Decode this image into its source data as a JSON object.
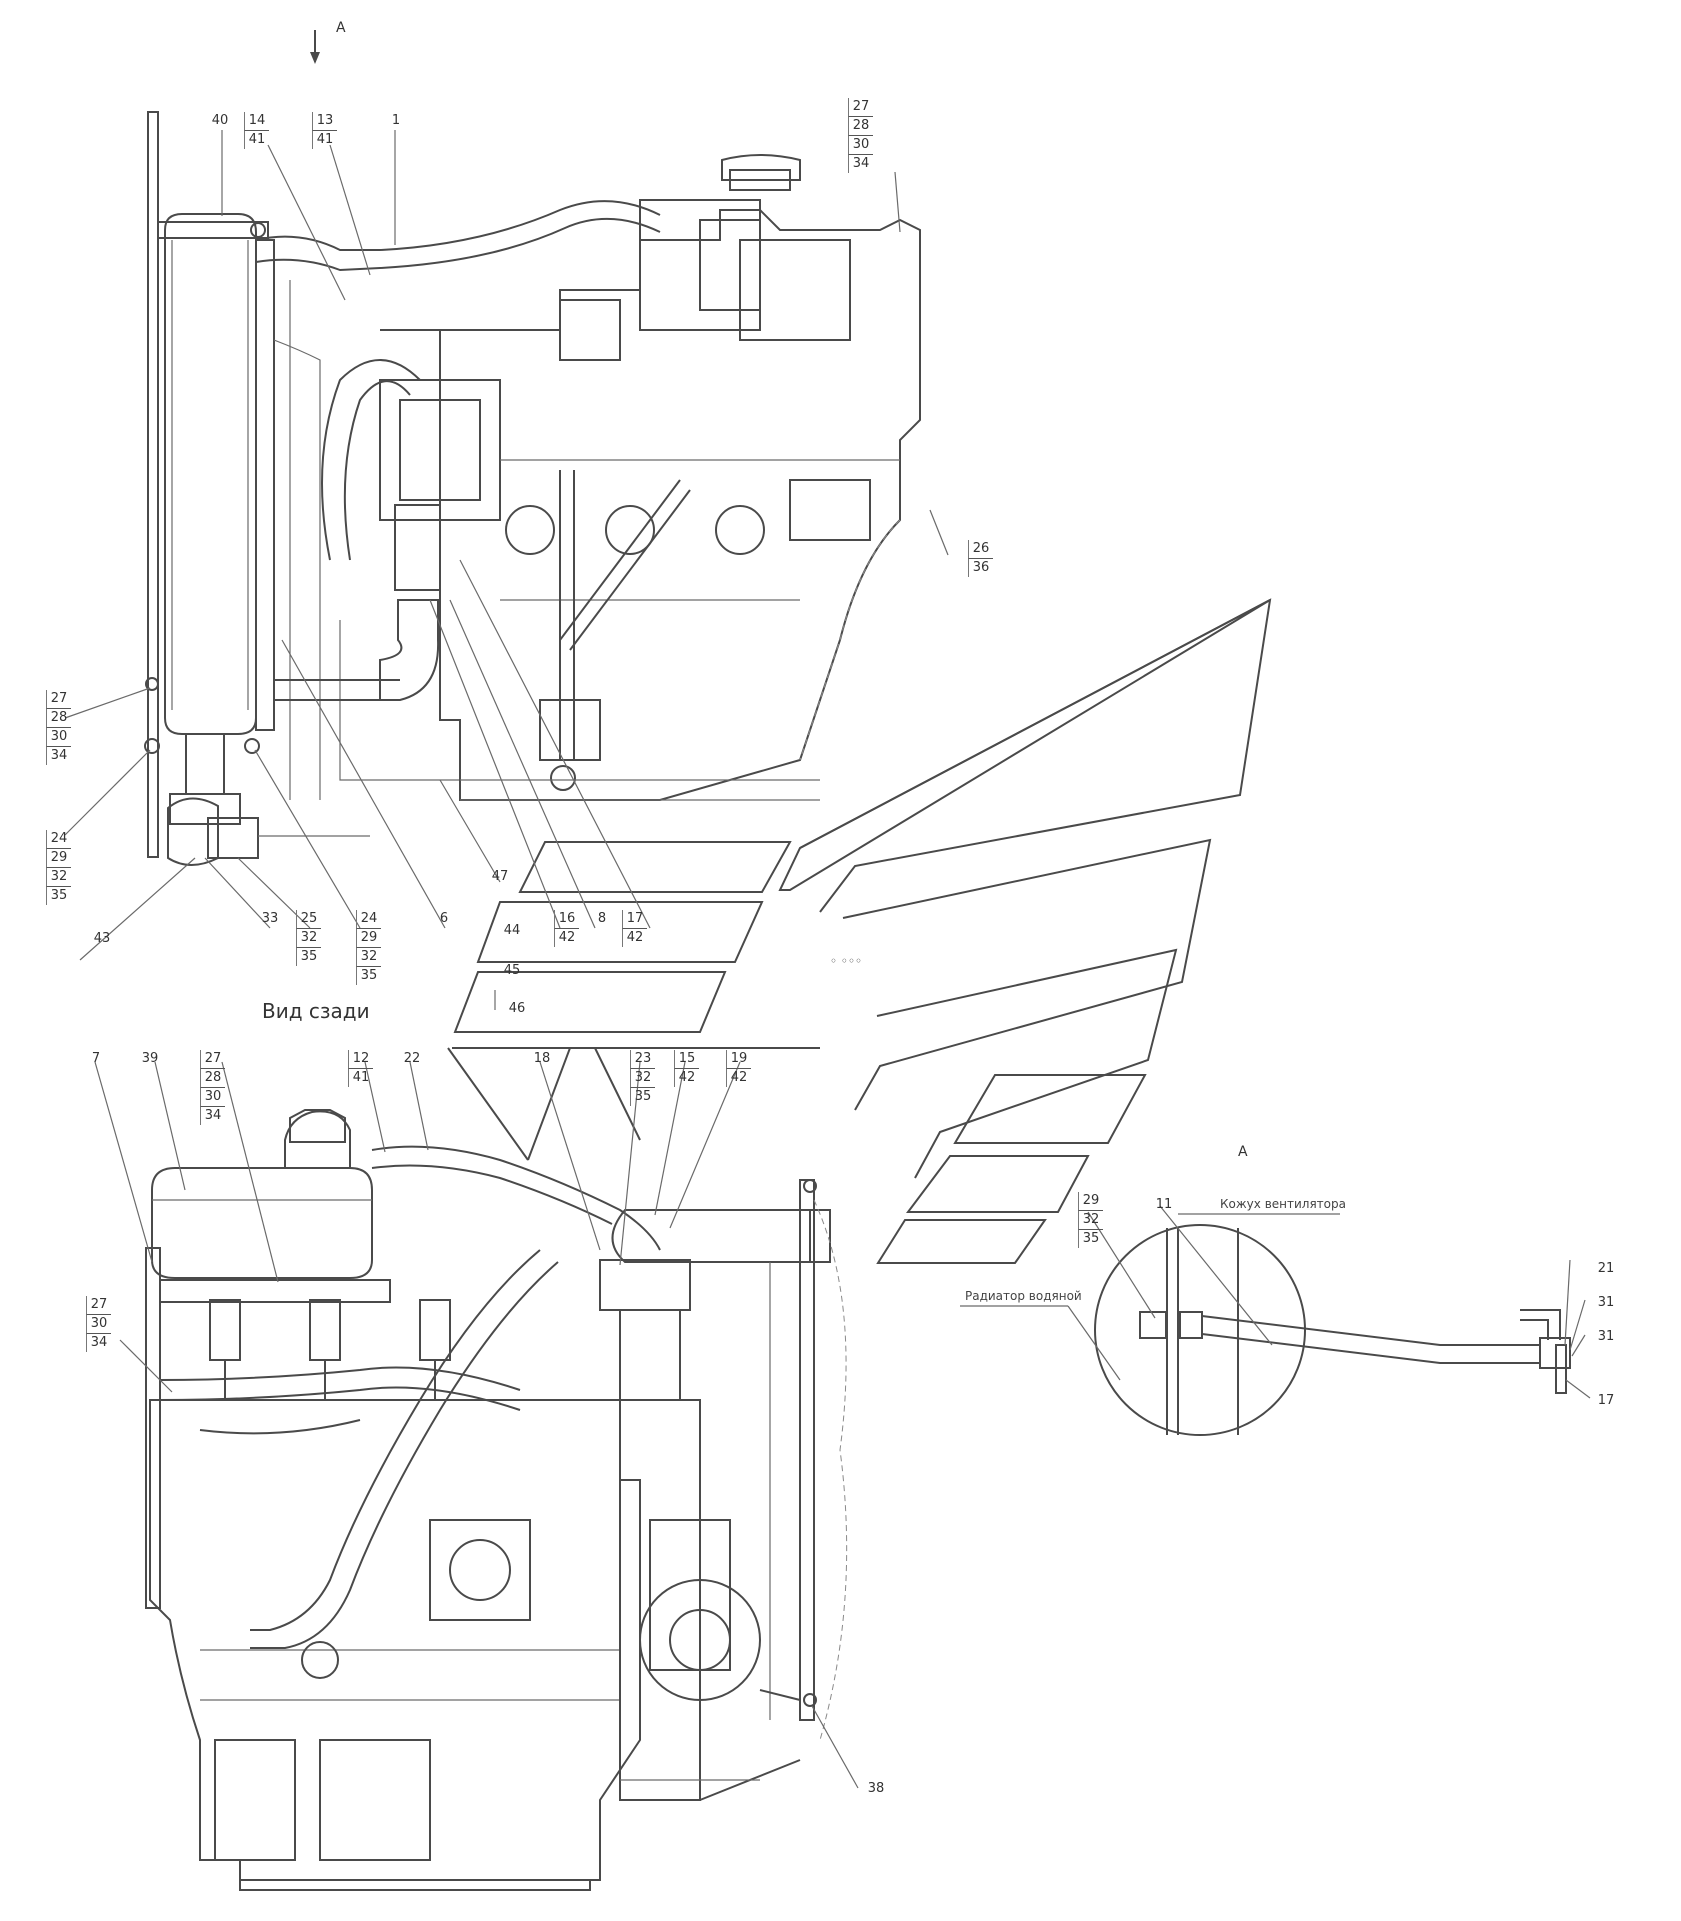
{
  "view_arrow": "A",
  "section_title": "Вид сзади",
  "detail_title": "А",
  "notes": {
    "casing": "Кожух вентилятора",
    "radiator": "Радиатор водяной"
  },
  "callouts": [
    {
      "id": "c40",
      "parts": [
        "40"
      ]
    },
    {
      "id": "c14",
      "parts": [
        "14",
        "41"
      ]
    },
    {
      "id": "c13",
      "parts": [
        "13",
        "41"
      ]
    },
    {
      "id": "c1",
      "parts": [
        "1"
      ]
    },
    {
      "id": "c27a",
      "parts": [
        "27",
        "28",
        "30",
        "34"
      ]
    },
    {
      "id": "c26",
      "parts": [
        "26",
        "36"
      ]
    },
    {
      "id": "c27b",
      "parts": [
        "27",
        "28",
        "30",
        "34"
      ]
    },
    {
      "id": "c24a",
      "parts": [
        "24",
        "29",
        "32",
        "35"
      ]
    },
    {
      "id": "c43",
      "parts": [
        "43"
      ]
    },
    {
      "id": "c33",
      "parts": [
        "33"
      ]
    },
    {
      "id": "c25",
      "parts": [
        "25",
        "32",
        "35"
      ]
    },
    {
      "id": "c24b",
      "parts": [
        "24",
        "29",
        "32",
        "35"
      ]
    },
    {
      "id": "c6",
      "parts": [
        "6"
      ]
    },
    {
      "id": "c47",
      "parts": [
        "47"
      ]
    },
    {
      "id": "c44",
      "parts": [
        "44"
      ]
    },
    {
      "id": "c45",
      "parts": [
        "45"
      ]
    },
    {
      "id": "c46",
      "parts": [
        "46"
      ]
    },
    {
      "id": "c16",
      "parts": [
        "16",
        "42"
      ]
    },
    {
      "id": "c8",
      "parts": [
        "8"
      ]
    },
    {
      "id": "c17a",
      "parts": [
        "17",
        "42"
      ]
    },
    {
      "id": "c7",
      "parts": [
        "7"
      ]
    },
    {
      "id": "c39",
      "parts": [
        "39"
      ]
    },
    {
      "id": "c27c",
      "parts": [
        "27",
        "28",
        "30",
        "34"
      ]
    },
    {
      "id": "c12",
      "parts": [
        "12",
        "41"
      ]
    },
    {
      "id": "c22",
      "parts": [
        "22"
      ]
    },
    {
      "id": "c18",
      "parts": [
        "18"
      ]
    },
    {
      "id": "c23",
      "parts": [
        "23",
        "32",
        "35"
      ]
    },
    {
      "id": "c15",
      "parts": [
        "15",
        "42"
      ]
    },
    {
      "id": "c19",
      "parts": [
        "19",
        "42"
      ]
    },
    {
      "id": "c27d",
      "parts": [
        "27",
        "30",
        "34"
      ]
    },
    {
      "id": "c38",
      "parts": [
        "38"
      ]
    },
    {
      "id": "c29",
      "parts": [
        "29",
        "32",
        "35"
      ]
    },
    {
      "id": "c11",
      "parts": [
        "11"
      ]
    },
    {
      "id": "c21",
      "parts": [
        "21"
      ]
    },
    {
      "id": "c31a",
      "parts": [
        "31"
      ]
    },
    {
      "id": "c31b",
      "parts": [
        "31"
      ]
    },
    {
      "id": "c17b",
      "parts": [
        "17"
      ]
    }
  ]
}
